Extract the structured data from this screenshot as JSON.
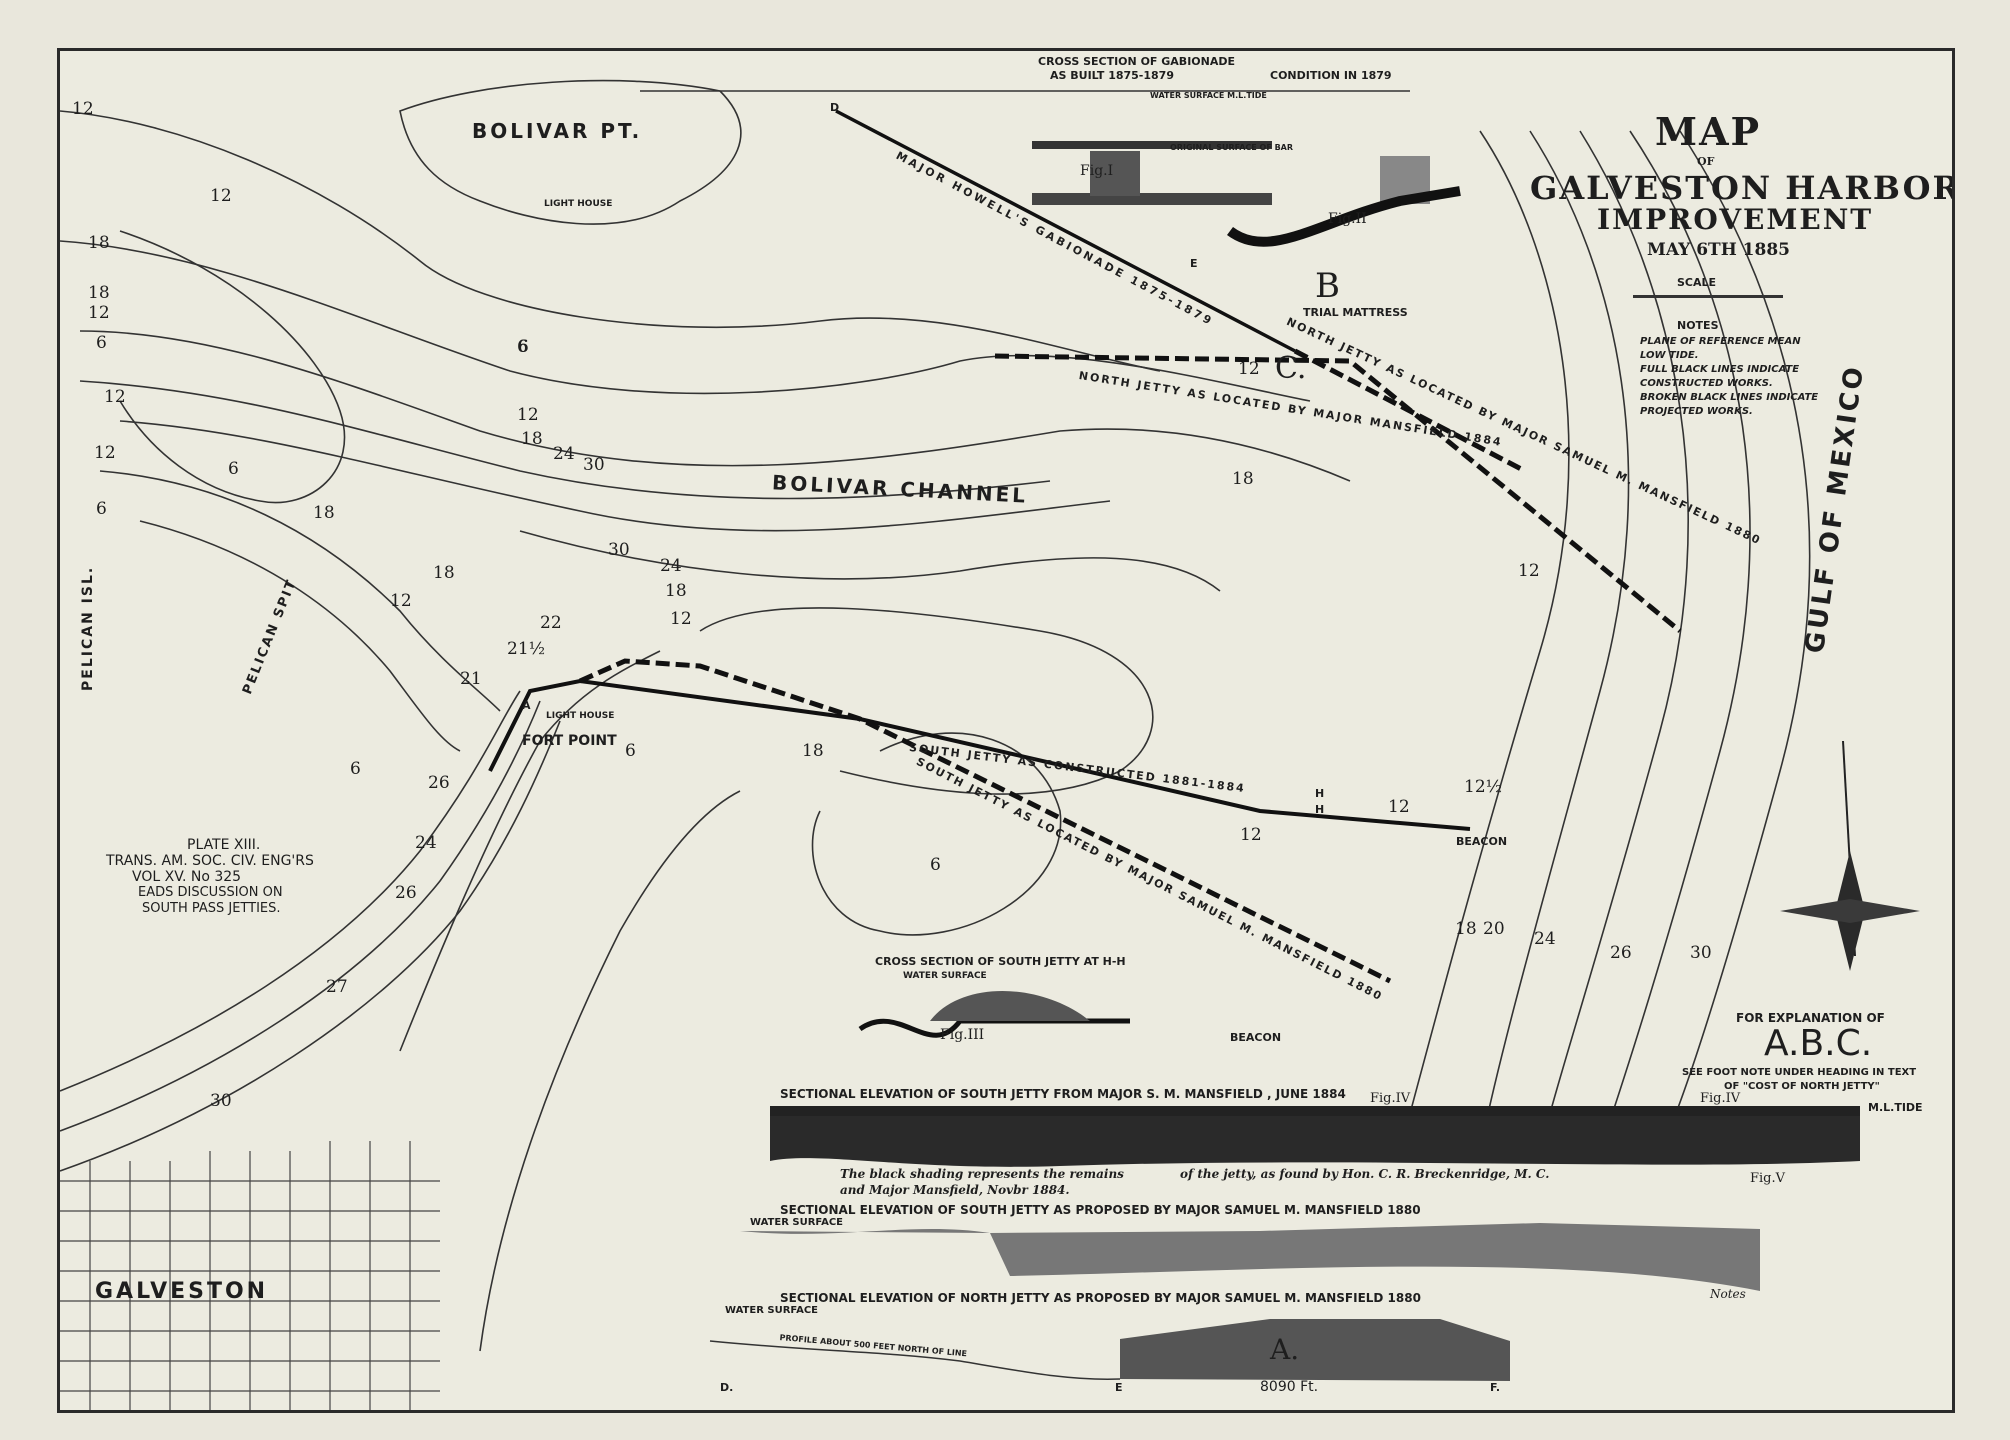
{
  "title": {
    "line1": "MAP",
    "line2": "OF",
    "line3": "GALVESTON HARBOR",
    "line4": "IMPROVEMENT",
    "date": "MAY 6TH 1885",
    "scale_label": "SCALE"
  },
  "notes": {
    "heading": "NOTES",
    "lines": [
      "PLANE OF REFERENCE MEAN",
      "LOW TIDE.",
      "FULL BLACK LINES INDICATE",
      "CONSTRUCTED WORKS.",
      "BROKEN BLACK LINES INDICATE",
      "PROJECTED WORKS."
    ]
  },
  "places": {
    "bolivar_pt": "BOLIVAR PT.",
    "bolivar_channel": "BOLIVAR   CHANNEL",
    "gulf": "GULF OF MEXICO",
    "pelican_isl": "PELICAN ISL.",
    "pelican_spit": "PELICAN SPIT",
    "fort_point": "FORT POINT",
    "galveston": "GALVESTON",
    "light_house_1": "LIGHT HOUSE",
    "light_house_2": "LIGHT HOUSE",
    "beacon_1": "BEACON",
    "beacon_2": "BEACON"
  },
  "jetties": {
    "gabionade": "MAJOR HOWELL'S GABIONADE 1875-1879",
    "trial_mattress": "TRIAL MATTRESS",
    "north_jetty_sm": "NORTH JETTY AS LOCATED BY MAJOR SAMUEL M. MANSFIELD 1880",
    "north_jetty_m": "NORTH JETTY AS LOCATED BY MAJOR MANSFIELD 1884",
    "south_jetty_c": "SOUTH JETTY AS CONSTRUCTED 1881-1884",
    "south_jetty_l": "SOUTH JETTY AS LOCATED BY MAJOR SAMUEL M. MANSFIELD 1880",
    "letter_b": "B",
    "letter_c": "C.",
    "letter_d": "D",
    "letter_e": "E",
    "letter_a": "A",
    "letter_h1": "H",
    "letter_h2": "H"
  },
  "plate": {
    "l1": "PLATE XIII.",
    "l2": "TRANS. AM. SOC. CIV. ENG'RS",
    "l3": "VOL XV.    No 325",
    "l4": "EADS DISCUSSION ON",
    "l5": "SOUTH PASS JETTIES."
  },
  "abc": {
    "l1": "FOR EXPLANATION OF",
    "l2": "A.B.C.",
    "l3": "SEE FOOT NOTE UNDER HEADING IN TEXT",
    "l4": "OF \"COST OF NORTH JETTY\""
  },
  "figs": {
    "cs_gab_title1": "CROSS SECTION OF GABIONADE",
    "cs_gab_title2": "AS BUILT 1875-1879",
    "cond_title": "CONDITION IN 1879",
    "water_surface": "WATER SURFACE   M.L.TIDE",
    "orig_surface": "ORIGINAL SURFACE OF BAR",
    "fig1": "Fig.I",
    "fig2": "Fig.II",
    "cs_south_title": "CROSS SECTION OF SOUTH JETTY AT H-H",
    "cs_south_ws": "WATER SURFACE",
    "fig3": "Fig.III"
  },
  "elevations": {
    "e1_title": "SECTIONAL ELEVATION OF SOUTH JETTY FROM MAJOR S. M. MANSFIELD , JUNE  1884",
    "e1_note1": "The black shading represents the remains",
    "e1_note2": "of the jetty, as found by Hon. C. R. Breckenridge, M. C.",
    "e1_note3": "and Major Mansfield, Novbr 1884.",
    "fig4a": "Fig.IV",
    "fig4b": "Fig.IV",
    "fig5": "Fig.V",
    "ml_tide": "M.L.TIDE",
    "e2_title": "SECTIONAL ELEVATION OF SOUTH JETTY AS PROPOSED BY MAJOR  SAMUEL M. MANSFIELD 1880",
    "e2_ws": "WATER SURFACE",
    "e3_title": "SECTIONAL ELEVATION OF NORTH JETTY AS PROPOSED BY MAJOR  SAMUEL M. MANSFIELD 1880",
    "e3_ws": "WATER SURFACE",
    "e3_profile": "PROFILE  ABOUT 500 FEET  NORTH OF  LINE",
    "e3_a": "A.",
    "e3_d": "D.",
    "e3_e": "E",
    "e3_f": "F.",
    "e3_len": "8090  Ft.",
    "notes_head": "Notes"
  },
  "depths": [
    {
      "v": "12",
      "k": "a"
    },
    {
      "v": "12",
      "k": "b"
    },
    {
      "v": "18",
      "k": "c"
    },
    {
      "v": "18",
      "k": "d"
    },
    {
      "v": "12",
      "k": "e"
    },
    {
      "v": "6",
      "k": "f"
    },
    {
      "v": "12",
      "k": "g"
    },
    {
      "v": "12",
      "k": "h"
    },
    {
      "v": "6",
      "k": "i"
    },
    {
      "v": "6",
      "k": "j"
    },
    {
      "v": "18",
      "k": "k"
    },
    {
      "v": "6",
      "k": "l"
    },
    {
      "v": "12",
      "k": "m"
    },
    {
      "v": "18",
      "k": "n"
    },
    {
      "v": "24",
      "k": "o"
    },
    {
      "v": "30",
      "k": "p"
    },
    {
      "v": "6",
      "k": "q"
    },
    {
      "v": "12",
      "k": "r"
    },
    {
      "v": "18",
      "k": "s"
    },
    {
      "v": "12",
      "k": "t"
    },
    {
      "v": "30",
      "k": "u"
    },
    {
      "v": "24",
      "k": "v"
    },
    {
      "v": "18",
      "k": "w"
    },
    {
      "v": "18",
      "k": "x"
    },
    {
      "v": "12",
      "k": "y"
    },
    {
      "v": "22",
      "k": "z"
    },
    {
      "v": "21½",
      "k": "aa"
    },
    {
      "v": "21",
      "k": "ab"
    },
    {
      "v": "12",
      "k": "ac"
    },
    {
      "v": "18",
      "k": "ad"
    },
    {
      "v": "6",
      "k": "ae"
    },
    {
      "v": "6",
      "k": "af"
    },
    {
      "v": "26",
      "k": "ag"
    },
    {
      "v": "24",
      "k": "ah"
    },
    {
      "v": "26",
      "k": "ai"
    },
    {
      "v": "27",
      "k": "aj"
    },
    {
      "v": "30",
      "k": "ak"
    },
    {
      "v": "6",
      "k": "al"
    },
    {
      "v": "12",
      "k": "am"
    },
    {
      "v": "12",
      "k": "an"
    },
    {
      "v": "12½",
      "k": "ao"
    },
    {
      "v": "18",
      "k": "ap"
    },
    {
      "v": "20",
      "k": "aq"
    },
    {
      "v": "24",
      "k": "ar"
    },
    {
      "v": "26",
      "k": "as"
    },
    {
      "v": "30",
      "k": "at"
    }
  ]
}
